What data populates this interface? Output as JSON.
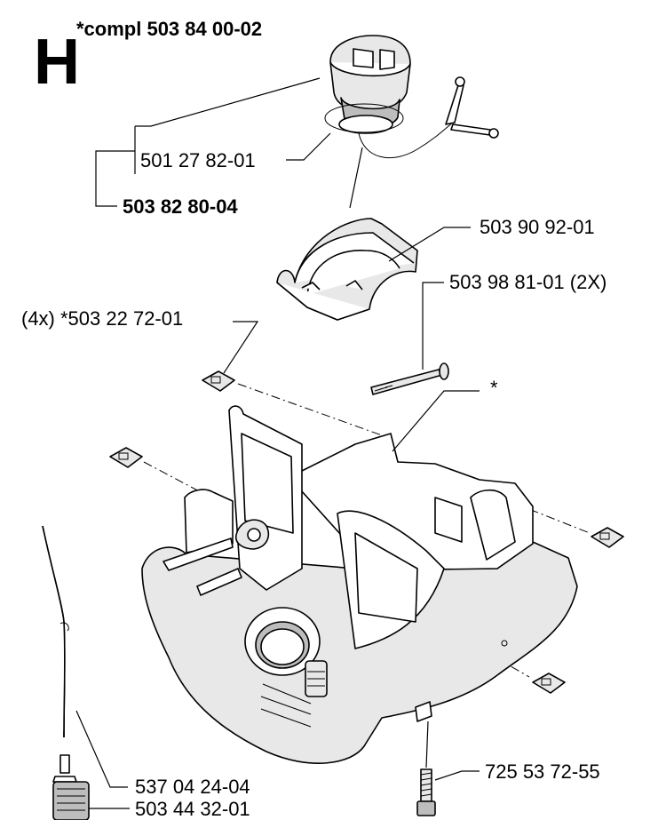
{
  "section_letter": "H",
  "assembly_label": "*compl 503 84 00-02",
  "callouts": {
    "cap_gasket": "501 27 82-01",
    "cap_assembly": "503 82 80-04",
    "shield": "503 90 92-01",
    "bolt": "503 98 81-01 (2X)",
    "nut_clip": "(4x) *503 22 72-01",
    "tank_asterisk": "*",
    "fuel_hose": "537 04 24-04",
    "fuel_filter": "503 44 32-01",
    "screw": "725 53 72-55"
  }
}
